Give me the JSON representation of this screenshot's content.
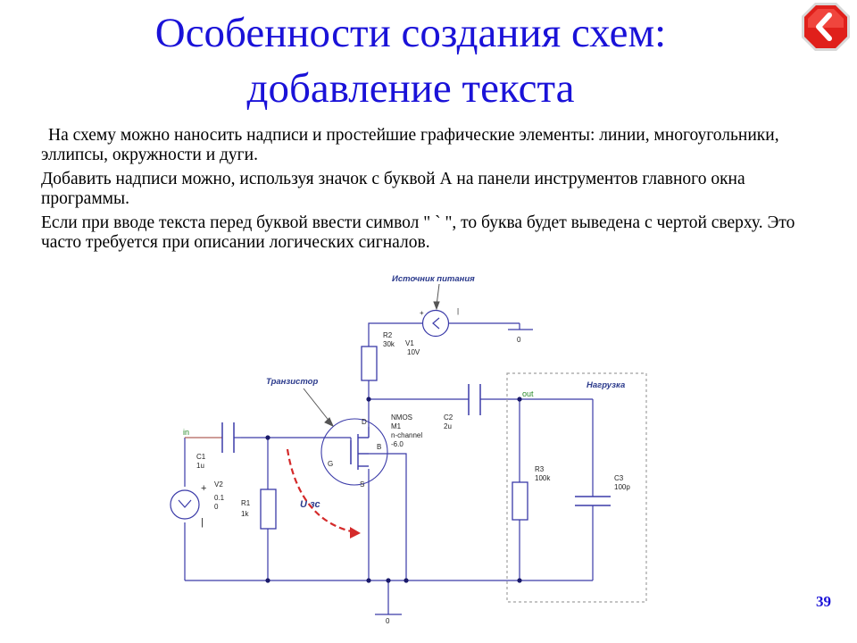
{
  "slide": {
    "title_line1": "Особенности создания схем:",
    "title_line2": "добавление текста",
    "paragraphs": [
      "На схему можно наносить надписи и простейшие графические элементы: линии, многоугольники, эллипсы, окружности и дуги.",
      "Добавить надписи можно, используя значок с буквой А на панели инструментов главного окна программы.",
      "Если при вводе текста перед буквой ввести символ  \" ` \", то буква будет выведена с чертой сверху. Это часто требуется при описании логических сигналов."
    ],
    "page_number": "39"
  },
  "navigation": {
    "back_icon": "back-arrow-icon",
    "accent_color": "#e0201b"
  },
  "schematic": {
    "annotations": {
      "power_source": "Источник питания",
      "transistor": "Транзистор",
      "load": "Нагрузка",
      "voltage_label": "U зс"
    },
    "nodes": {
      "in": "in",
      "out": "out",
      "gnd": "0"
    },
    "components": {
      "r2_name": "R2",
      "r2_value": "30k",
      "v1_name": "V1",
      "v1_value": "10V",
      "nmos_type": "NMOS",
      "m1_name": "M1",
      "m1_channel": "n-channel",
      "m1_vt": "-6.0",
      "c2_name": "C2",
      "c2_value": "2u",
      "c1_name": "C1",
      "c1_value": "1u",
      "v2_name": "V2",
      "v2_v1": "0.1",
      "v2_v2": "0",
      "r1_name": "R1",
      "r1_value": "1k",
      "r3_name": "R3",
      "r3_value": "100k",
      "c3_name": "C3",
      "c3_value": "100p",
      "pin_d": "D",
      "pin_g": "G",
      "pin_s": "S",
      "pin_b": "B"
    },
    "colors": {
      "wire": "#3a3aa8",
      "annotation": "#2b3a8c",
      "net_label": "#2a8a2a",
      "arrow": "#d42a2a",
      "input_wire": "#b0605a"
    }
  }
}
